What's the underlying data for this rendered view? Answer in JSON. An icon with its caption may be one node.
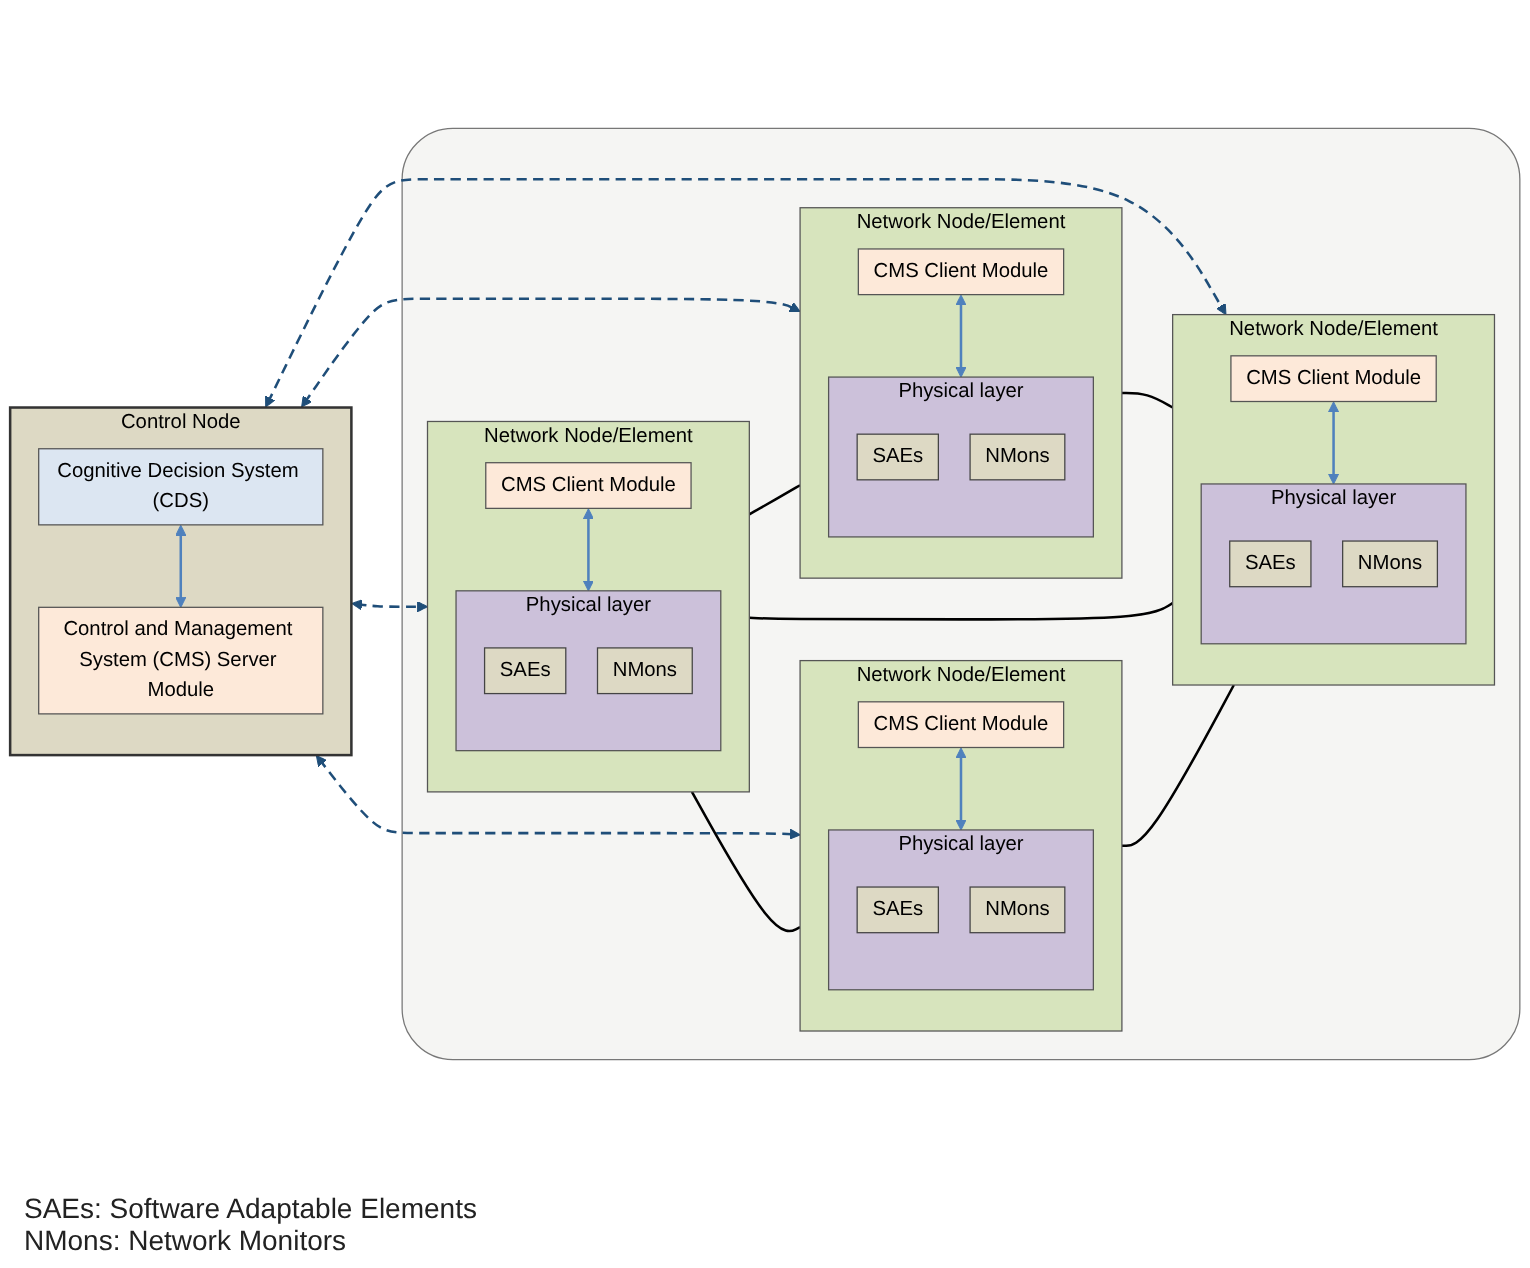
{
  "diagram": {
    "nodes": [
      {
        "text": [
          "Control Node"
        ]
      },
      {
        "text": [
          "Cognitive Decision System (CDS)"
        ],
        "in": 0
      },
      {
        "text": [
          "Control and Management System (CMS) Server Module"
        ],
        "in": 0
      },
      {
        "text": [],
        "shape": "cloud"
      },
      {
        "text": [
          "Network Node/Element"
        ],
        "in": 3
      },
      {
        "text": [
          "CMS Client Module"
        ],
        "in": 4
      },
      {
        "text": [
          "Physical layer"
        ],
        "in": 4
      },
      {
        "text": [
          "SAEs"
        ],
        "in": 6
      },
      {
        "text": [
          "NMons"
        ],
        "in": 6
      },
      {
        "text": [
          "Network Node/Element"
        ],
        "in": 3
      },
      {
        "text": [
          "CMS Client Module"
        ],
        "in": 9
      },
      {
        "text": [
          "Physical layer"
        ],
        "in": 9
      },
      {
        "text": [
          "SAEs"
        ],
        "in": 11
      },
      {
        "text": [
          "NMons"
        ],
        "in": 11
      },
      {
        "text": [
          "Network Node/Element"
        ],
        "in": 3
      },
      {
        "text": [
          "CMS Client Module"
        ],
        "in": 14
      },
      {
        "text": [
          "Physical layer"
        ],
        "in": 14
      },
      {
        "text": [
          "SAEs"
        ],
        "in": 16
      },
      {
        "text": [
          "NMons"
        ],
        "in": 16
      },
      {
        "text": [
          "Network Node/Element"
        ],
        "in": 3
      },
      {
        "text": [
          "CMS Client Module"
        ],
        "in": 19
      },
      {
        "text": [
          "Physical layer"
        ],
        "in": 19
      },
      {
        "text": [
          "SAEs"
        ],
        "in": 21
      },
      {
        "text": [
          "NMons"
        ],
        "in": 21
      }
    ],
    "edges": [
      {
        "from": 1,
        "to": 2,
        "arrow": "both",
        "color": "#4f81bd"
      },
      {
        "from": 0,
        "to": 4,
        "arrow": "both",
        "style": "dashed",
        "color": "#1f4e79"
      },
      {
        "from": 0,
        "to": 9,
        "arrow": "both",
        "style": "dashed",
        "color": "#1f4e79"
      },
      {
        "from": 0,
        "to": 14,
        "arrow": "both",
        "style": "dashed",
        "color": "#1f4e79"
      },
      {
        "from": 0,
        "to": 19,
        "arrow": "both",
        "style": "dashed",
        "color": "#1f4e79"
      },
      {
        "from": 5,
        "to": 6,
        "arrow": "both",
        "color": "#4f81bd"
      },
      {
        "from": 10,
        "to": 11,
        "arrow": "both",
        "color": "#4f81bd"
      },
      {
        "from": 15,
        "to": 16,
        "arrow": "both",
        "color": "#4f81bd"
      },
      {
        "from": 20,
        "to": 21,
        "arrow": "both",
        "color": "#4f81bd"
      },
      {
        "from": 4,
        "to": 9,
        "arrow": "none",
        "color": "#000000"
      },
      {
        "from": 4,
        "to": 14,
        "arrow": "none",
        "color": "#000000"
      },
      {
        "from": 9,
        "to": 14,
        "arrow": "none",
        "color": "#000000"
      },
      {
        "from": 9,
        "to": 19,
        "arrow": "none",
        "color": "#000000"
      },
      {
        "from": 14,
        "to": 19,
        "arrow": "none",
        "color": "#000000"
      }
    ],
    "labels": [
      "SAEs: Software Adaptable Elements",
      "NMons: Network Monitors"
    ]
  }
}
